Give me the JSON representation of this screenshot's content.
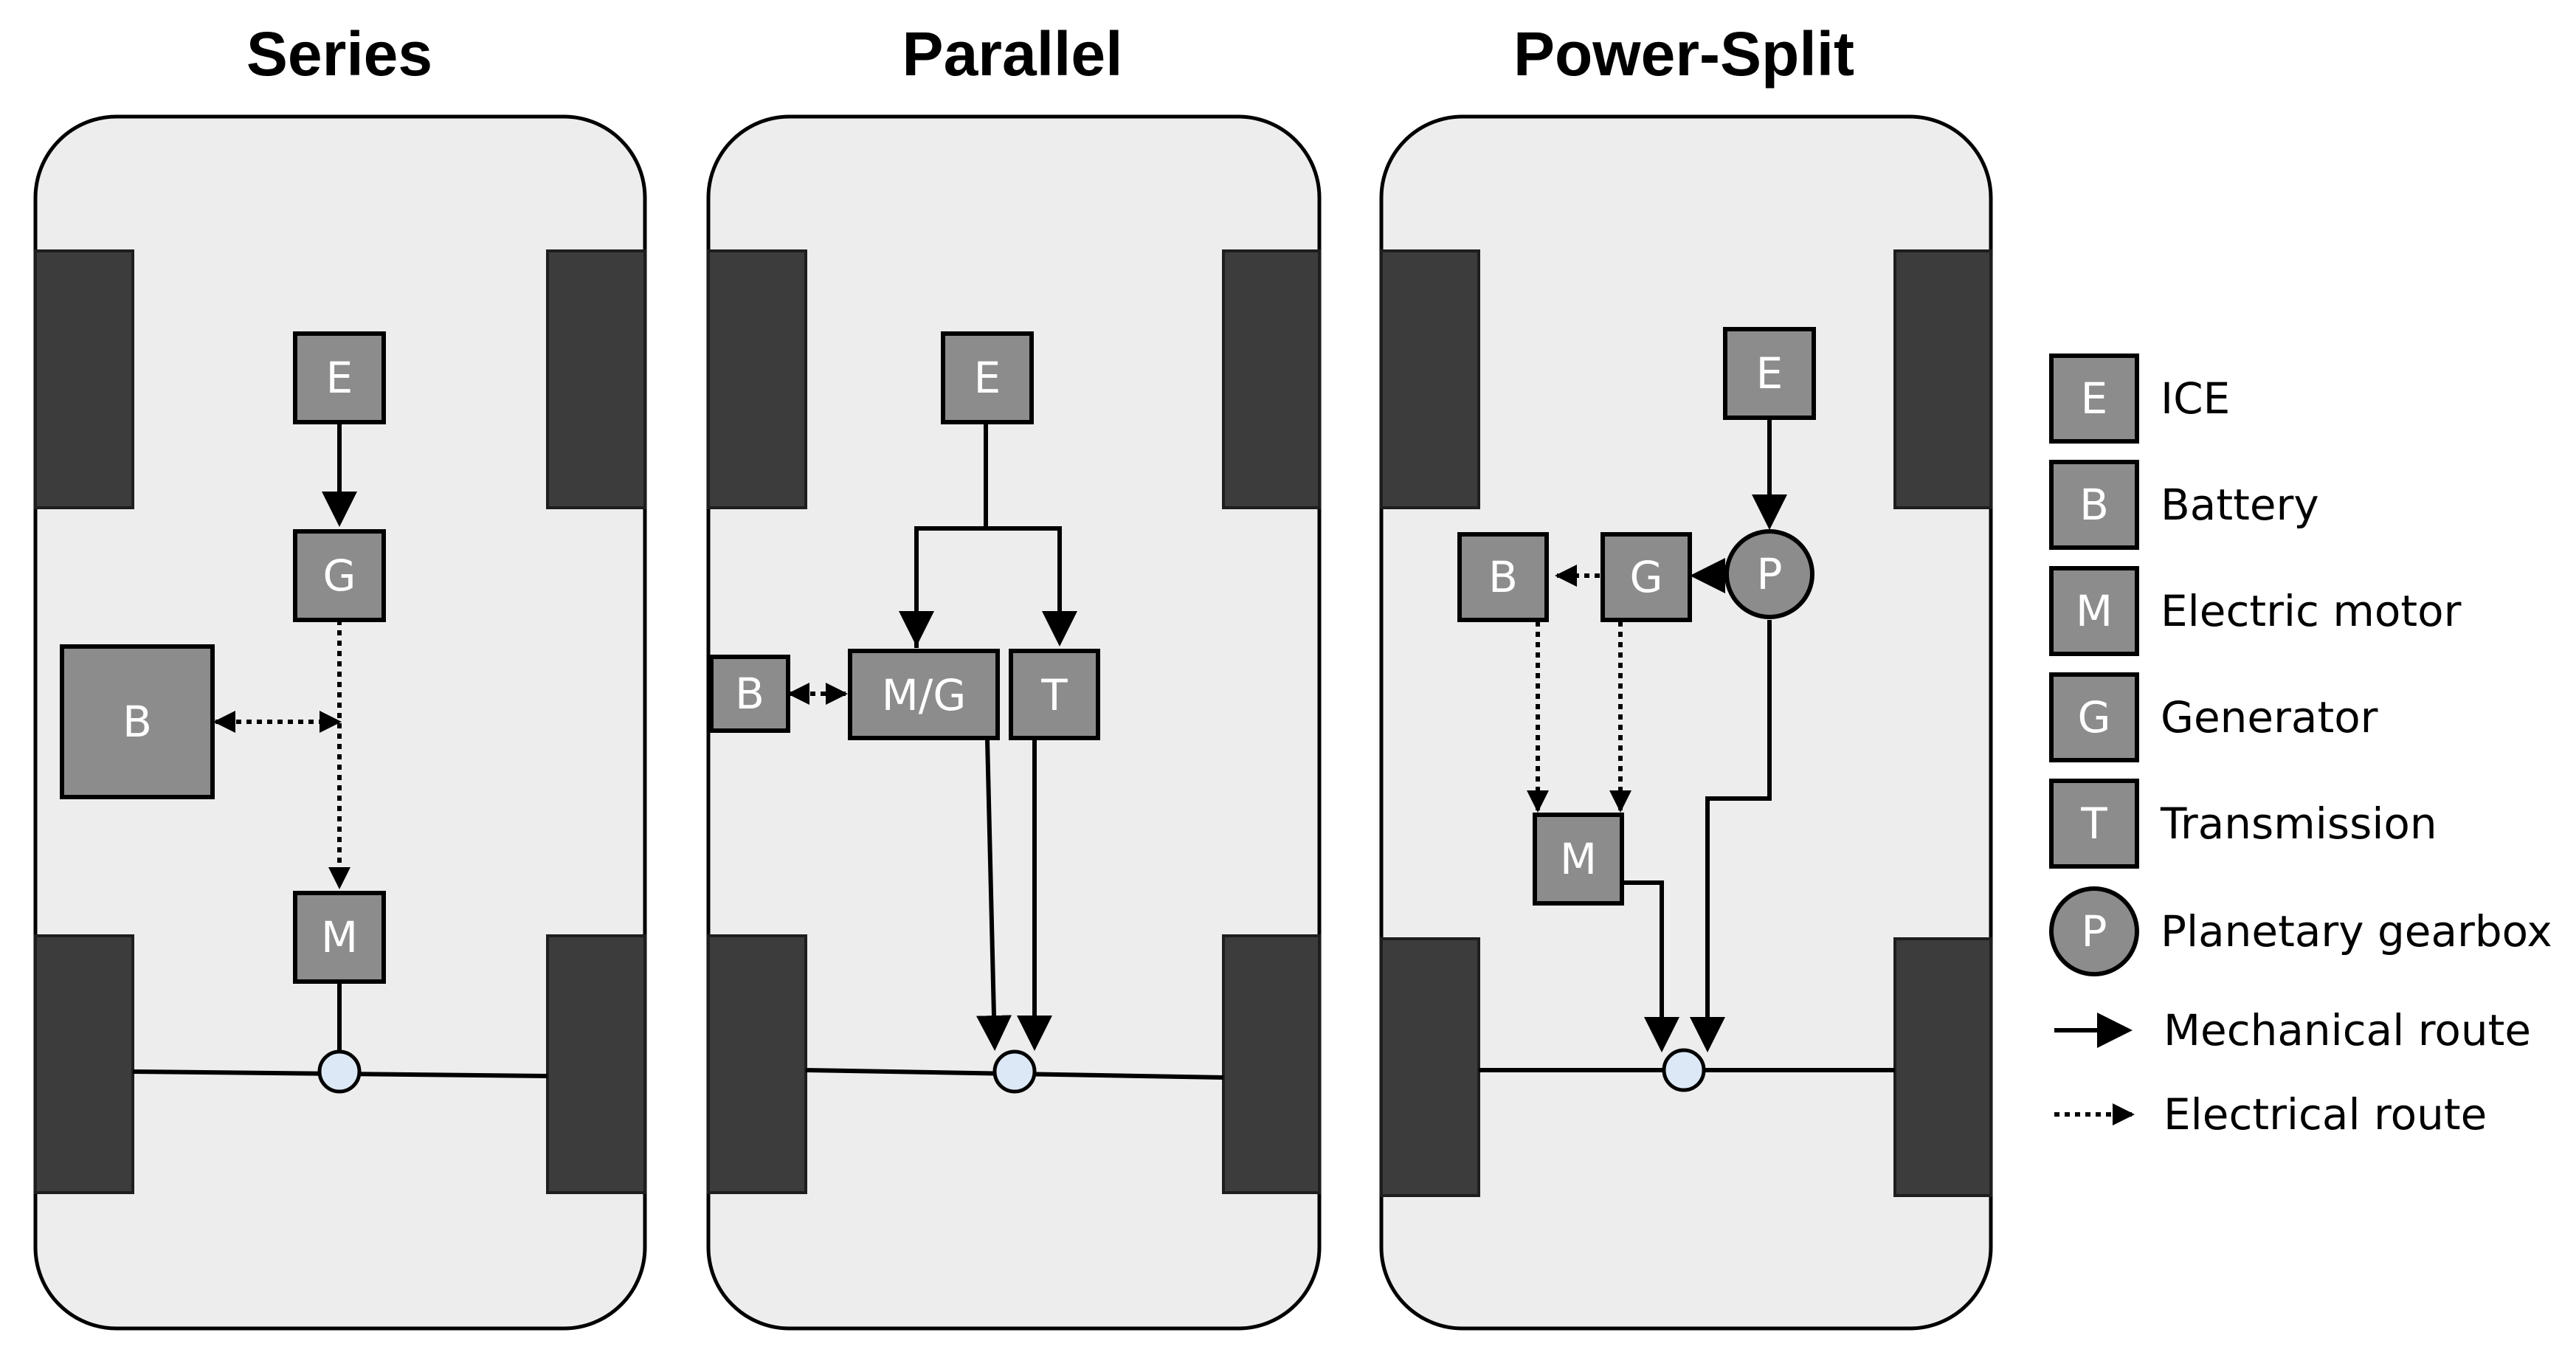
{
  "panels": [
    {
      "title": "Series"
    },
    {
      "title": "Parallel"
    },
    {
      "title": "Power-Split"
    }
  ],
  "blocks": {
    "series": {
      "engine": "E",
      "generator": "G",
      "battery": "B",
      "motor": "M"
    },
    "parallel": {
      "engine": "E",
      "battery": "B",
      "motor_generator": "M/G",
      "transmission": "T"
    },
    "powersplit": {
      "engine": "E",
      "planetary": "P",
      "generator": "G",
      "battery": "B",
      "motor": "M"
    }
  },
  "legend": {
    "items": [
      {
        "symbol": "E",
        "label": "ICE",
        "shape": "square"
      },
      {
        "symbol": "B",
        "label": "Battery",
        "shape": "square"
      },
      {
        "symbol": "M",
        "label": "Electric motor",
        "shape": "square"
      },
      {
        "symbol": "G",
        "label": "Generator",
        "shape": "square"
      },
      {
        "symbol": "T",
        "label": "Transmission",
        "shape": "square"
      },
      {
        "symbol": "P",
        "label": "Planetary gearbox",
        "shape": "circle"
      }
    ],
    "mechanical": "Mechanical route",
    "electrical": "Electrical route"
  },
  "colors": {
    "chassis": "#ededed",
    "block": "#8c8c8c",
    "wheel": "#3c3c3c",
    "hub": "#dce8f5"
  }
}
